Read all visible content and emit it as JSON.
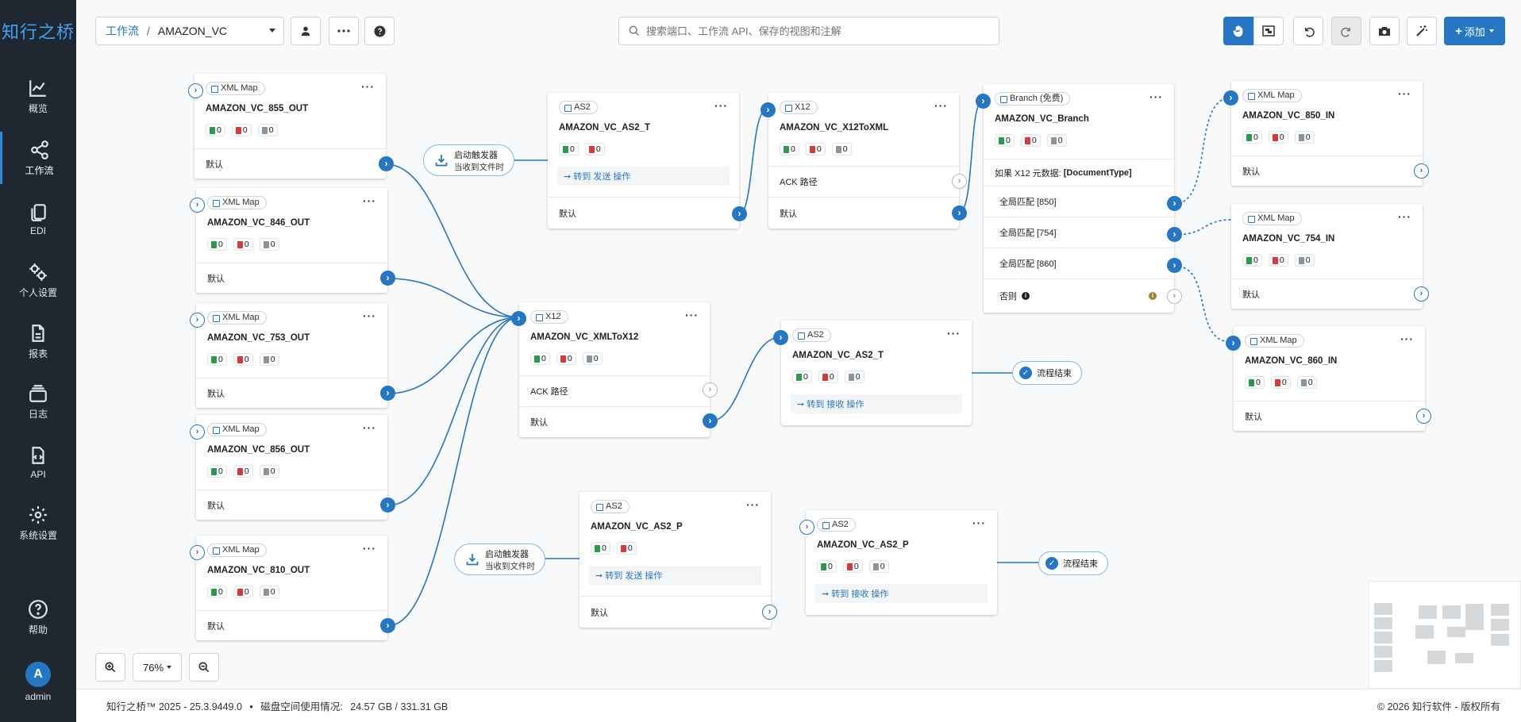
{
  "app": {
    "brand": "知行之桥"
  },
  "sidebar": {
    "items": [
      {
        "label": "概览",
        "icon": "chart-line-icon"
      },
      {
        "label": "工作流",
        "icon": "share-nodes-icon",
        "active": true
      },
      {
        "label": "EDI",
        "icon": "copy-icon"
      },
      {
        "label": "个人设置",
        "icon": "gears-icon"
      },
      {
        "label": "报表",
        "icon": "file-icon"
      },
      {
        "label": "日志",
        "icon": "layers-icon"
      },
      {
        "label": "API",
        "icon": "file-code-icon"
      },
      {
        "label": "系统设置",
        "icon": "gear-icon"
      },
      {
        "label": "帮助",
        "icon": "help-icon"
      }
    ],
    "user": {
      "initial": "A",
      "name": "admin"
    }
  },
  "toolbar": {
    "breadcrumb_root": "工作流",
    "breadcrumb_sep": "/",
    "breadcrumb_current": "AMAZON_VC",
    "search_placeholder": "搜索端口、工作流 API、保存的视图和注解",
    "add_label": "添加",
    "add_plus": "+"
  },
  "glyphs": {
    "ellipsis": "···",
    "go": "›",
    "info": "i",
    "check": "✓"
  },
  "ports": {
    "default_label": "默认",
    "ack_label": "ACK 路径",
    "send_note": "➞ 转到 发送 操作",
    "receive_note": "➞ 转到 接收 操作"
  },
  "nodes": {
    "xml855": {
      "type": "XML Map",
      "name": "AMAZON_VC_855_OUT",
      "ok": "0",
      "err": "0",
      "pend": "0"
    },
    "xml846": {
      "type": "XML Map",
      "name": "AMAZON_VC_846_OUT",
      "ok": "0",
      "err": "0",
      "pend": "0"
    },
    "xml753": {
      "type": "XML Map",
      "name": "AMAZON_VC_753_OUT",
      "ok": "0",
      "err": "0",
      "pend": "0"
    },
    "xml856": {
      "type": "XML Map",
      "name": "AMAZON_VC_856_OUT",
      "ok": "0",
      "err": "0",
      "pend": "0"
    },
    "xml810": {
      "type": "XML Map",
      "name": "AMAZON_VC_810_OUT",
      "ok": "0",
      "err": "0",
      "pend": "0"
    },
    "as2t_top": {
      "type": "AS2",
      "name": "AMAZON_VC_AS2_T",
      "ok": "0",
      "err": "0"
    },
    "x12toxml": {
      "type": "X12",
      "name": "AMAZON_VC_X12ToXML",
      "ok": "0",
      "err": "0",
      "pend": "0"
    },
    "branch": {
      "type": "Branch (免费)",
      "name": "AMAZON_VC_Branch",
      "ok": "0",
      "err": "0",
      "pend": "0",
      "condition_prefix": "如果 X12 元数据: ",
      "condition_field": "[DocumentType]",
      "cases": [
        "全局匹配 [850]",
        "全局匹配 [754]",
        "全局匹配 [860]"
      ],
      "else_label": "否则"
    },
    "xml850in": {
      "type": "XML Map",
      "name": "AMAZON_VC_850_IN",
      "ok": "0",
      "err": "0",
      "pend": "0"
    },
    "xml754in": {
      "type": "XML Map",
      "name": "AMAZON_VC_754_IN",
      "ok": "0",
      "err": "0",
      "pend": "0"
    },
    "xml860in": {
      "type": "XML Map",
      "name": "AMAZON_VC_860_IN",
      "ok": "0",
      "err": "0",
      "pend": "0"
    },
    "xmltox12": {
      "type": "X12",
      "name": "AMAZON_VC_XMLToX12",
      "ok": "0",
      "err": "0",
      "pend": "0"
    },
    "as2t_mid": {
      "type": "AS2",
      "name": "AMAZON_VC_AS2_T",
      "ok": "0",
      "err": "0",
      "pend": "0"
    },
    "as2p_left": {
      "type": "AS2",
      "name": "AMAZON_VC_AS2_P",
      "ok": "0",
      "err": "0"
    },
    "as2p_right": {
      "type": "AS2",
      "name": "AMAZON_VC_AS2_P",
      "ok": "0",
      "err": "0",
      "pend": "0"
    }
  },
  "triggers": {
    "title": "启动触发器",
    "subtitle": "当收到文件时"
  },
  "end_label": "流程结束",
  "zoom": {
    "level": "76%"
  },
  "footer": {
    "version": "知行之桥™ 2025 - 25.3.9449.0",
    "disk_label": "磁盘空间使用情况:",
    "disk_value": "24.57 GB / 331.31 GB",
    "copyright": "© 2026 知行软件 - 版权所有"
  },
  "colors": {
    "sidebar": "#1f2830",
    "accent": "#2577c4",
    "canvas": "#f8f9fa"
  }
}
